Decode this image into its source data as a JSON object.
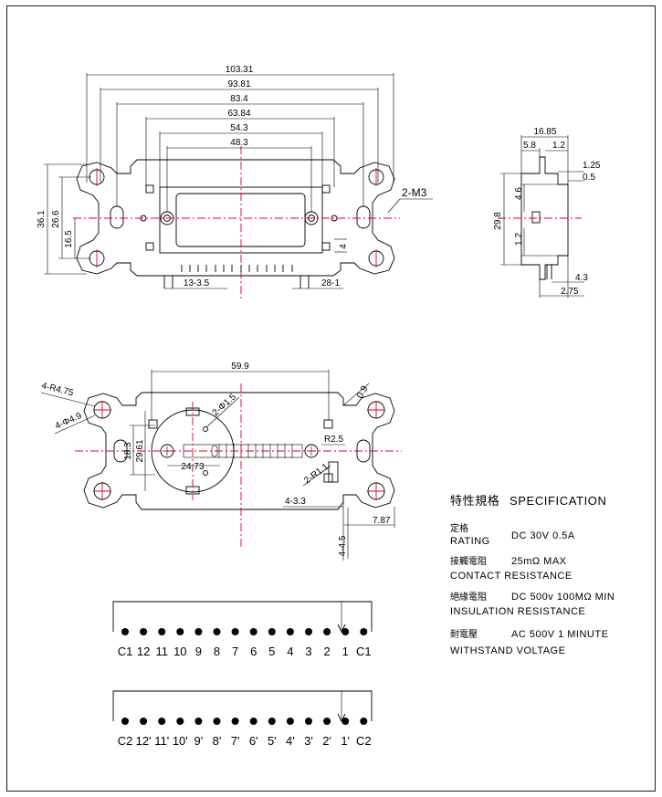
{
  "front_view": {
    "dims_top": [
      "103.31",
      "93.81",
      "83.4",
      "63.84",
      "54.3",
      "48.3"
    ],
    "dims_left": [
      "36.1",
      "26.6",
      "16.5"
    ],
    "dim_right": "2-M3",
    "dim_height_small": "4",
    "dim_pitch_left": "13-3.5",
    "dim_pitch_right": "28-1"
  },
  "side_view": {
    "dims_top": [
      "16.85",
      "5.8",
      "1.2",
      "1.25",
      "0.5"
    ],
    "dims_left": [
      "29.8",
      "4.6",
      "1.2"
    ],
    "dims_bottom": [
      "4.3",
      "2.75"
    ]
  },
  "mount_view": {
    "dim_width": "59.9",
    "dim_r_slot": "4-R4.75",
    "dim_hole": "4-Φ4.9",
    "dim_pin_hole": "2-Φ1.5",
    "dim_09": "0.9",
    "dim_r25": "R2.5",
    "dim_r11": "2-R1.1",
    "dim_183": "18.3",
    "dim_2961": "29.61",
    "dim_2473": "24.73",
    "dim_433": "4-3.3",
    "dim_787": "7.87",
    "dim_445": "4-4.5"
  },
  "spec": {
    "title_cjk": "特性規格",
    "title": "SPECIFICATION",
    "rating_cjk": "定格",
    "rating_label": "RATING",
    "rating_value": "DC 30V 0.5A",
    "contact_cjk": "接觸電阻",
    "contact_value": "25mΩ MAX",
    "contact_label": "CONTACT RESISTANCE",
    "insulation_cjk": "絕緣電阻",
    "insulation_value": "DC 500v 100MΩ MIN",
    "insulation_label": "INSULATION RESISTANCE",
    "withstand_cjk": "耐電壓",
    "withstand_value": "AC 500V 1 MINUTE",
    "withstand_label": "WITHSTAND VOLTAGE"
  },
  "circuit1": {
    "pins": [
      "C1",
      "12",
      "11",
      "10",
      "9",
      "8",
      "7",
      "6",
      "5",
      "4",
      "3",
      "2",
      "1",
      "C1"
    ]
  },
  "circuit2": {
    "pins": [
      "C2",
      "12'",
      "11'",
      "10'",
      "9'",
      "8'",
      "7'",
      "6'",
      "5'",
      "4'",
      "3'",
      "2'",
      "1'",
      "C2"
    ]
  }
}
